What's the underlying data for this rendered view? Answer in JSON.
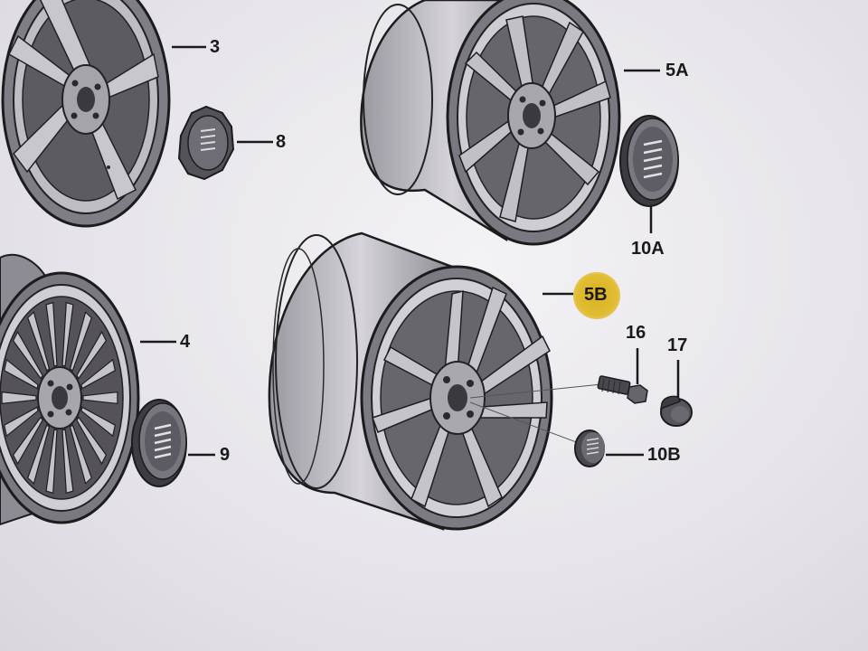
{
  "callouts": {
    "c3": "3",
    "c5a": "5A",
    "c8": "8",
    "c10a": "10A",
    "c5b": "5B",
    "c16": "16",
    "c17": "17",
    "c4": "4",
    "c9": "9",
    "c10b": "10B"
  },
  "highlight_color": "#e0bd34",
  "highlighted_part": "5B"
}
